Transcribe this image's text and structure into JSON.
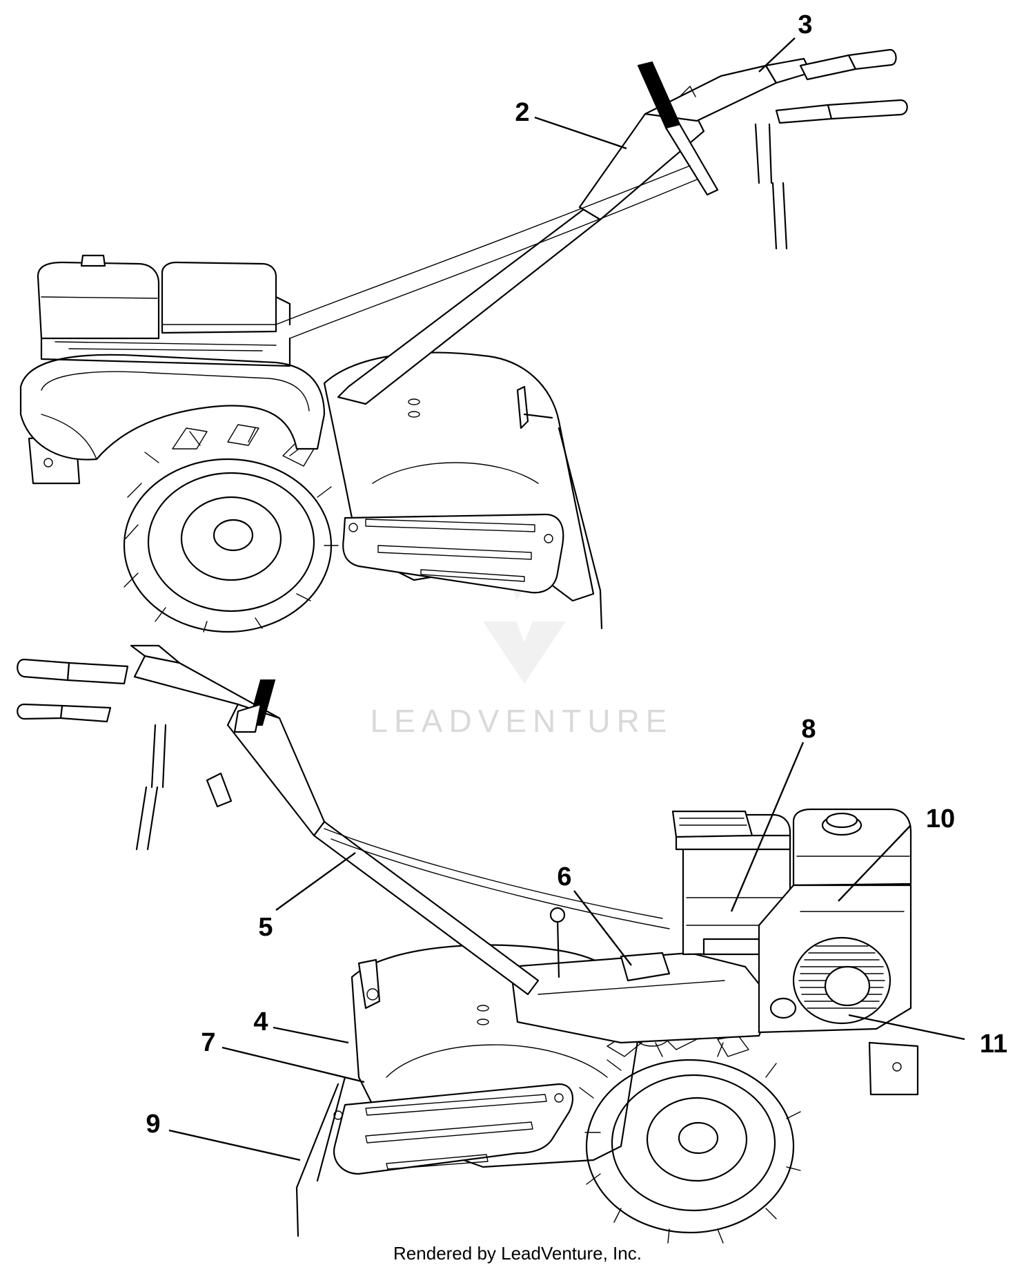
{
  "callouts": [
    {
      "id": "2",
      "label": "2"
    },
    {
      "id": "3",
      "label": "3"
    },
    {
      "id": "4",
      "label": "4"
    },
    {
      "id": "5",
      "label": "5"
    },
    {
      "id": "6",
      "label": "6"
    },
    {
      "id": "7",
      "label": "7"
    },
    {
      "id": "8",
      "label": "8"
    },
    {
      "id": "9",
      "label": "9"
    },
    {
      "id": "10",
      "label": "10"
    },
    {
      "id": "11",
      "label": "11"
    }
  ],
  "watermark": {
    "text": "LEADVENTURE"
  },
  "footer": {
    "text": "Rendered by LeadVenture, Inc."
  }
}
